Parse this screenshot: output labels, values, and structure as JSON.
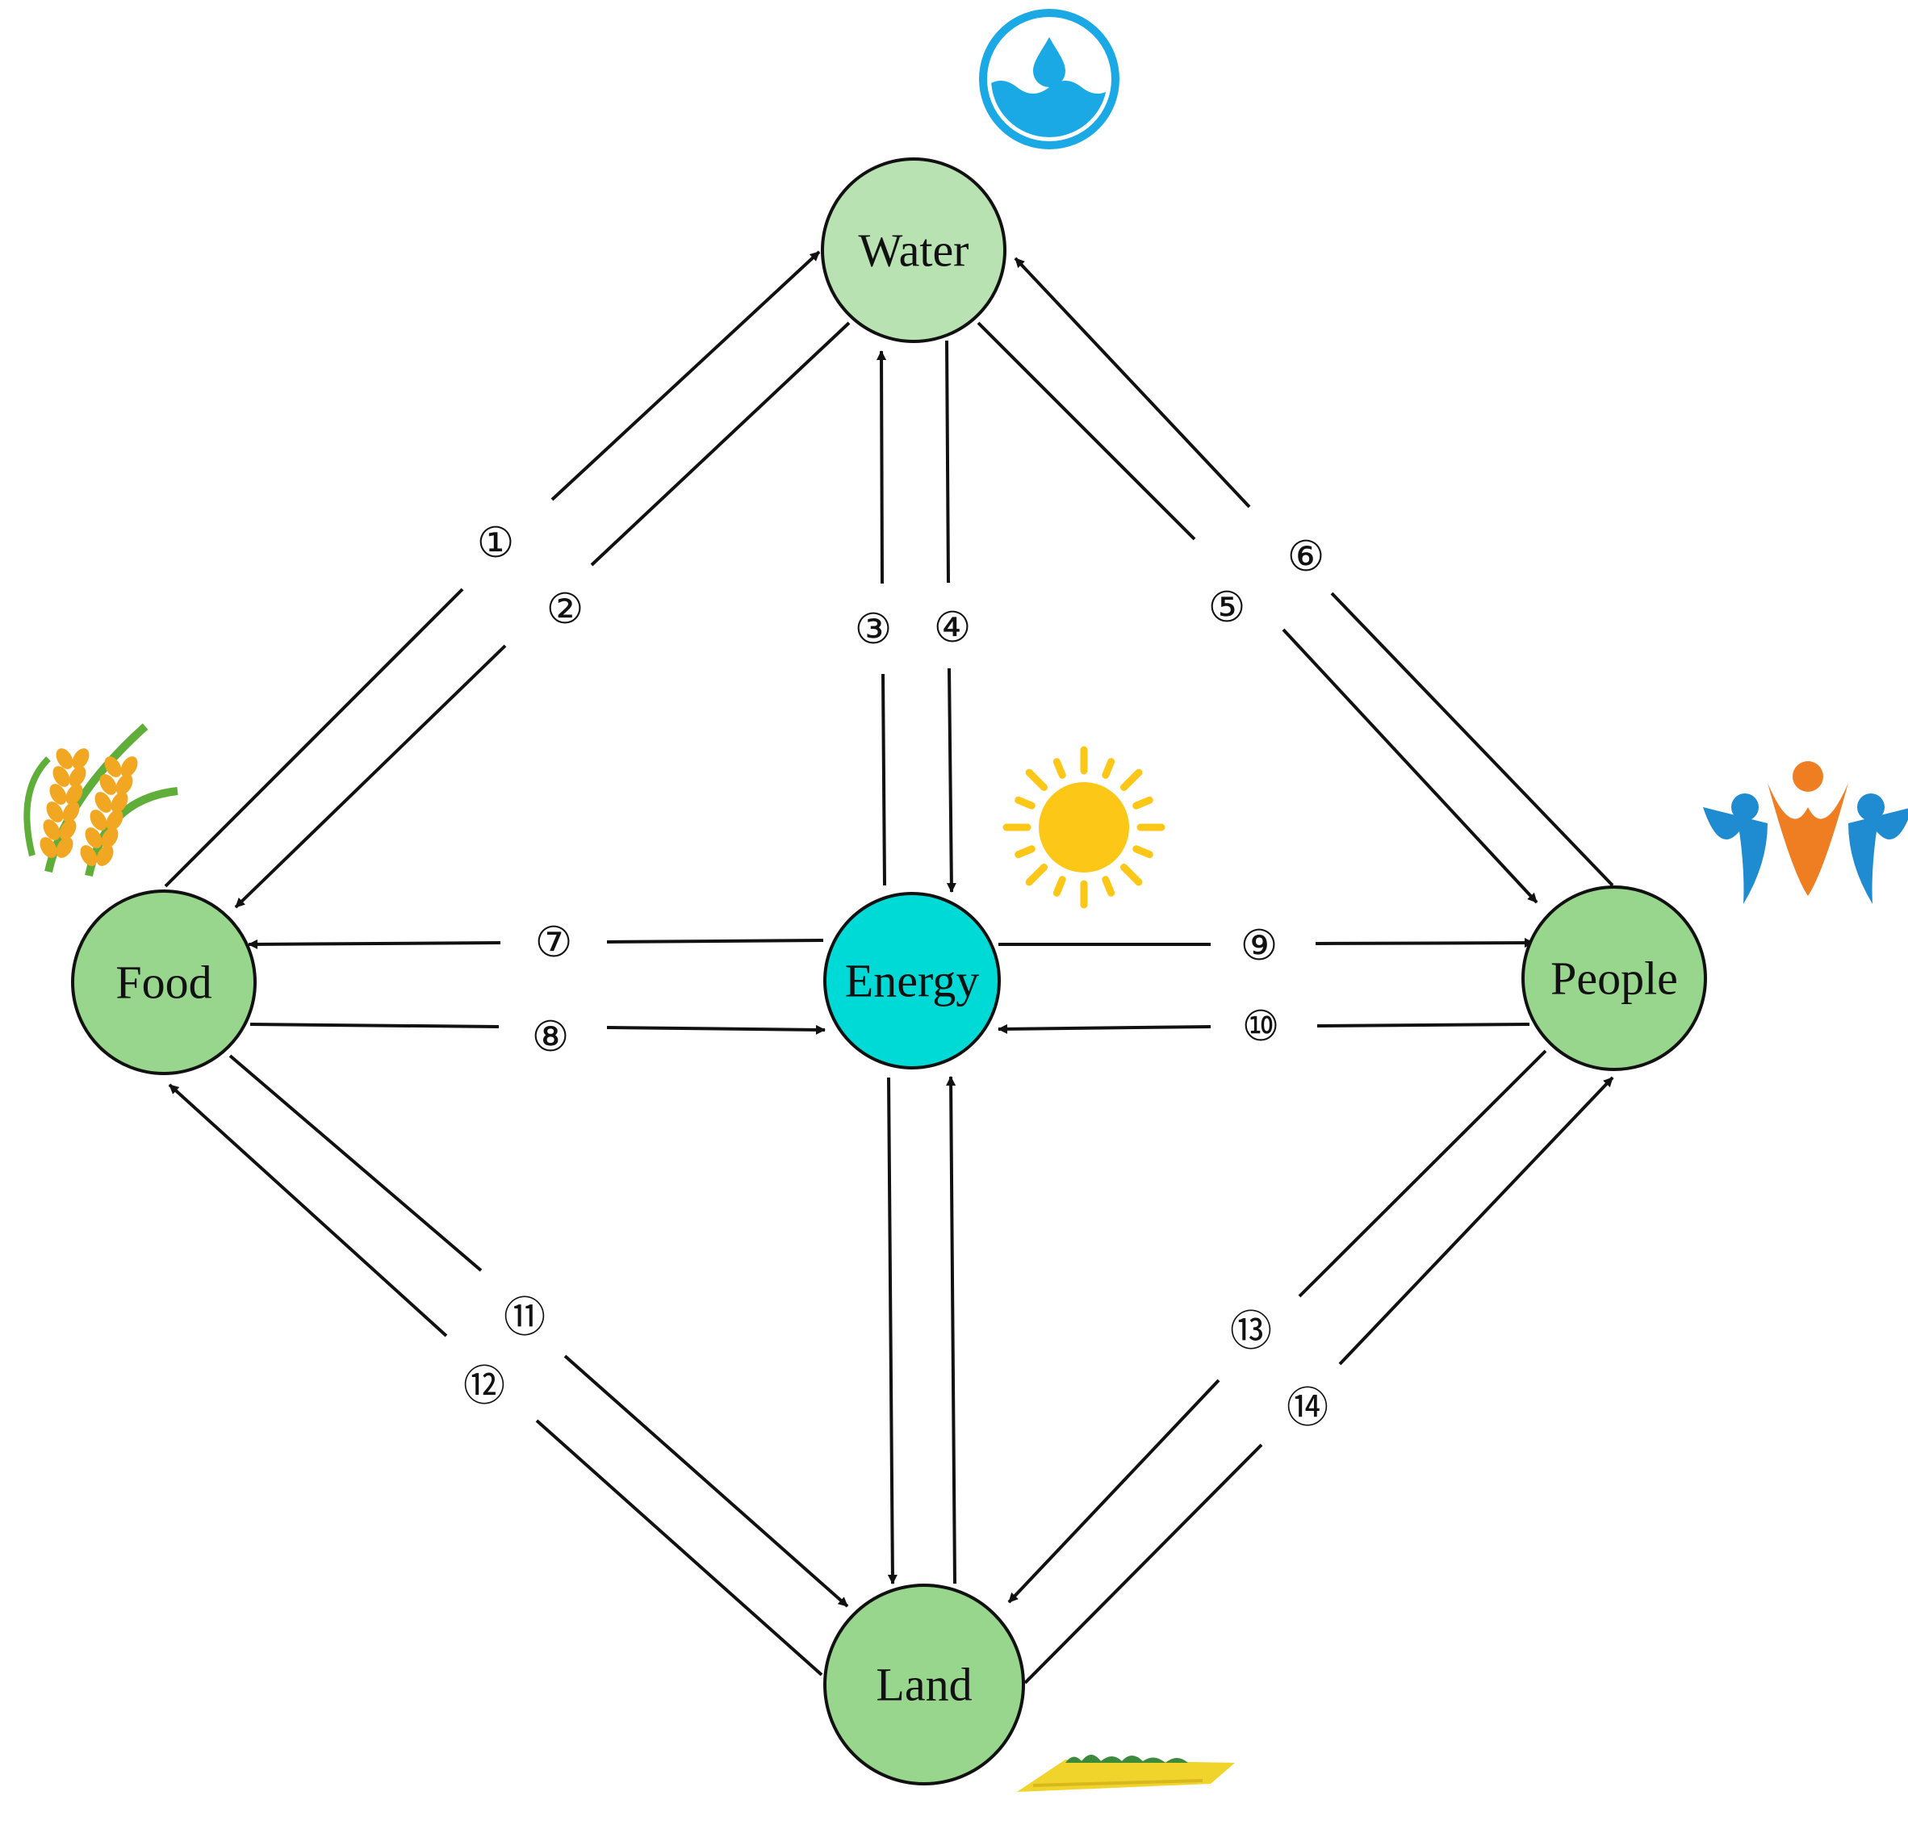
{
  "nodes": [
    {
      "id": "water",
      "label": "Water",
      "fill": "#b9e2b2",
      "icon": "water-drop-icon"
    },
    {
      "id": "food",
      "label": "Food",
      "fill": "#98d68d",
      "icon": "wheat-icon"
    },
    {
      "id": "energy",
      "label": "Energy",
      "fill": "#00dad6",
      "icon": "sun-icon"
    },
    {
      "id": "people",
      "label": "People",
      "fill": "#98d68d",
      "icon": "people-icon"
    },
    {
      "id": "land",
      "label": "Land",
      "fill": "#98d68d",
      "icon": "field-icon"
    }
  ],
  "edges": [
    {
      "label": "①",
      "from": "food",
      "to": "water"
    },
    {
      "label": "②",
      "from": "water",
      "to": "food"
    },
    {
      "label": "③",
      "from": "energy",
      "to": "water"
    },
    {
      "label": "④",
      "from": "water",
      "to": "energy"
    },
    {
      "label": "⑤",
      "from": "water",
      "to": "people"
    },
    {
      "label": "⑥",
      "from": "people",
      "to": "water"
    },
    {
      "label": "⑦",
      "from": "energy",
      "to": "food"
    },
    {
      "label": "⑧",
      "from": "food",
      "to": "energy"
    },
    {
      "label": "⑨",
      "from": "energy",
      "to": "people"
    },
    {
      "label": "⑩",
      "from": "people",
      "to": "energy"
    },
    {
      "label": "⑪",
      "from": "food",
      "to": "land"
    },
    {
      "label": "⑫",
      "from": "land",
      "to": "food"
    },
    {
      "label": "⑬",
      "from": "people",
      "to": "land"
    },
    {
      "label": "⑭",
      "from": "land",
      "to": "people"
    }
  ],
  "colors": {
    "stroke": "#111111",
    "water_icon_blue": "#1aa9e5",
    "sun_yellow": "#fdc718",
    "wheat_orange": "#f2a722",
    "wheat_green": "#5fae3a",
    "people_blue": "#1f8bd0",
    "people_orange": "#ef7d22",
    "field_yellow": "#f0d42c",
    "field_green": "#3c8a3c"
  }
}
